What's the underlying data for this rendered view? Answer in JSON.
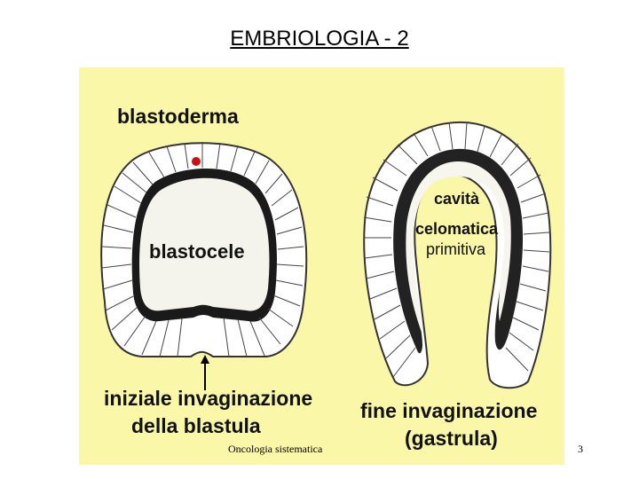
{
  "slide": {
    "title": "EMBRIOLOGIA - 2",
    "footer": "Oncologia sistematica",
    "page_number": "3"
  },
  "diagram": {
    "left": {
      "label_top": "blastoderma",
      "label_cavity": "blastocele",
      "caption_line1": "iniziale invaginazione",
      "caption_line2": "della blastula"
    },
    "right": {
      "label_cavity_line1": "cavità",
      "label_cavity_line2": "celomatica",
      "label_cavity_line3": "primitiva",
      "caption_line1": "fine invaginazione",
      "caption_line2": "(gastrula)"
    },
    "colors": {
      "background": "#fbf7a9",
      "cell_fill": "#ffffff",
      "cell_stroke": "#333333",
      "marker": "#cc1111"
    }
  }
}
